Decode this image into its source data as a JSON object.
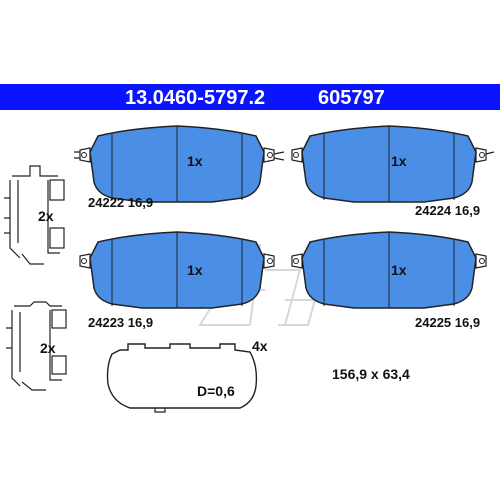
{
  "header": {
    "part_number": "13.0460-5797.2",
    "ref_number": "605797"
  },
  "pads": [
    {
      "qty": "1x",
      "label": "24222 16,9"
    },
    {
      "qty": "1x",
      "label": "24224 16,9"
    },
    {
      "qty": "1x",
      "label": "24223 16,9"
    },
    {
      "qty": "1x",
      "label": "24225 16,9"
    }
  ],
  "clips": [
    {
      "qty": "2x"
    },
    {
      "qty": "2x"
    }
  ],
  "shim": {
    "qty": "4x",
    "label": "D=0,6"
  },
  "dimensions": "156,9 x 63,4",
  "colors": {
    "banner": "#0a14ff",
    "pad_fill": "#4a8ee6",
    "outline": "#222222"
  },
  "watermark": "Ate"
}
